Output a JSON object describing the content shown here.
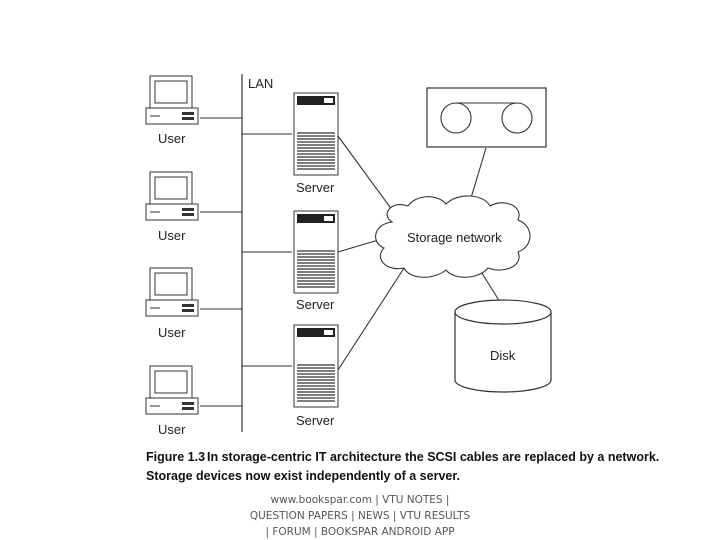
{
  "diagram": {
    "lan_label": "LAN",
    "users": [
      "User",
      "User",
      "User",
      "User"
    ],
    "servers": [
      "Server",
      "Server",
      "Server"
    ],
    "storage_network_label": "Storage network",
    "disk_label": "Disk"
  },
  "caption": {
    "figure_number": "Figure 1.3",
    "line1": "In storage-centric IT architecture the SCSI cables are replaced by a network.",
    "line2": "Storage devices now exist independently of a server."
  },
  "footer": {
    "line1": "www.bookspar.com | VTU NOTES |",
    "line2": "QUESTION PAPERS | NEWS | VTU RESULTS",
    "line3": "| FORUM | BOOKSPAR ANDROID APP"
  }
}
